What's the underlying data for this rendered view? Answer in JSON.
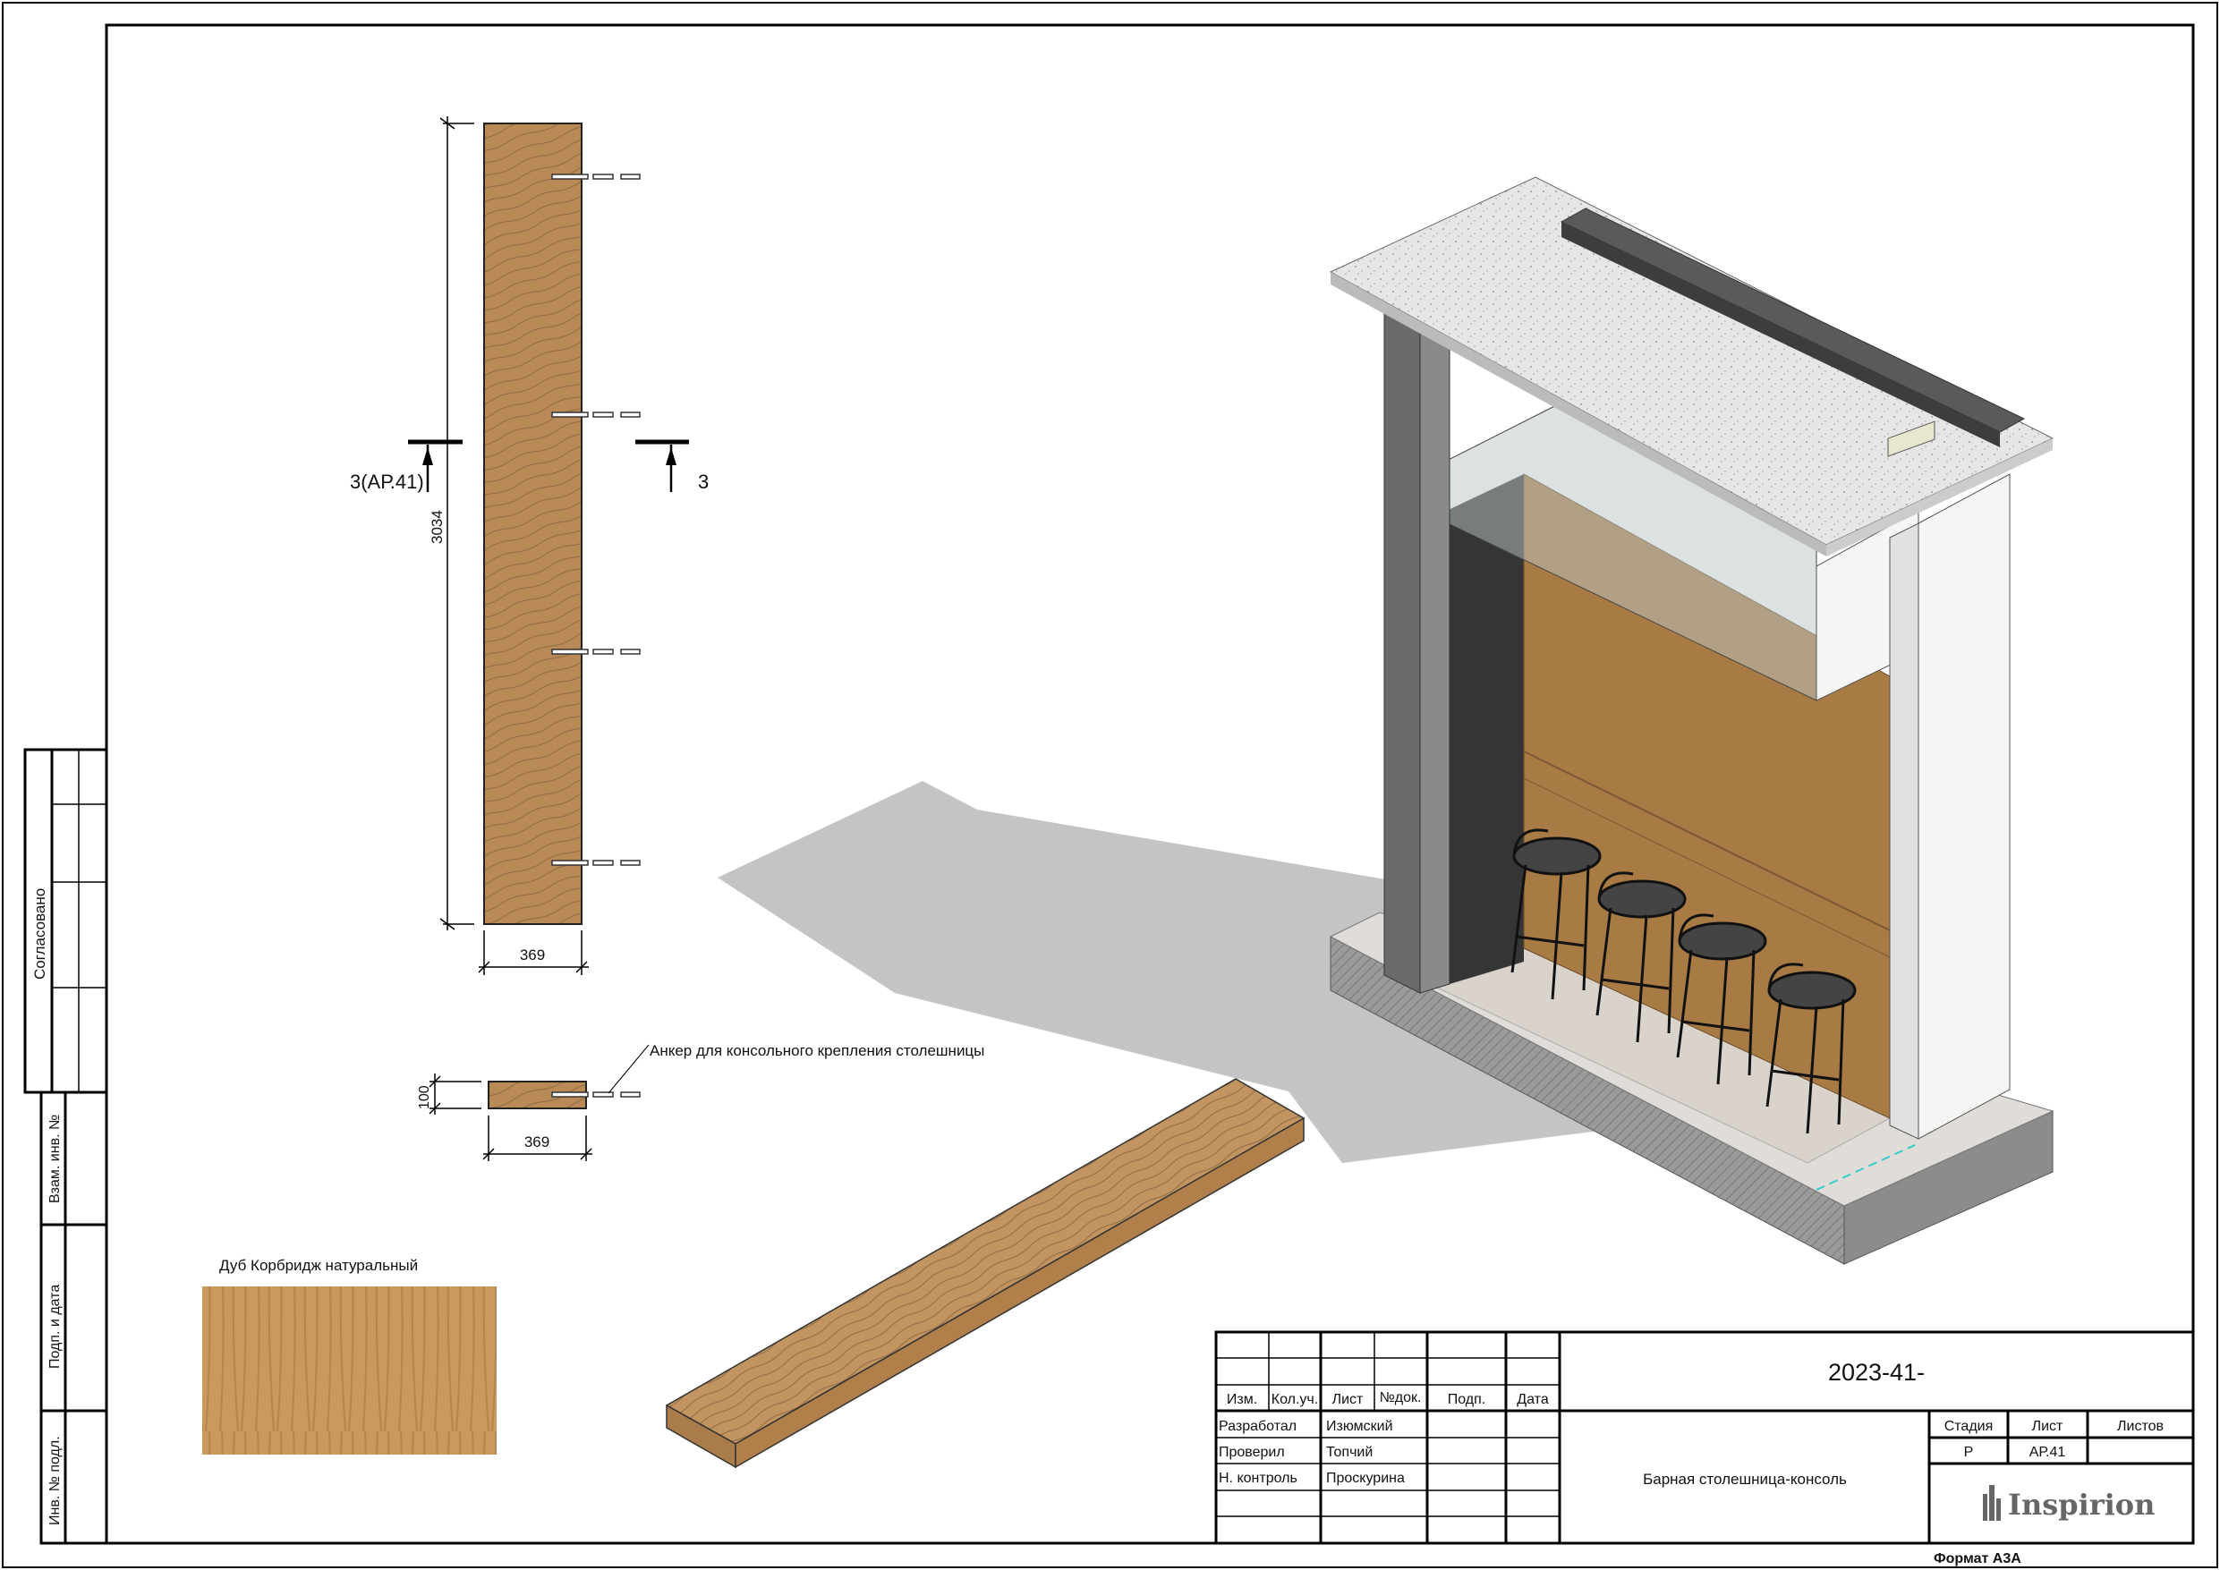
{
  "sheet": {
    "format": "Формат А3А"
  },
  "stamp_left": {
    "approved": "Согласовано",
    "replaced_inv": "Взам. инв. №",
    "sign_date": "Подп. и дата",
    "inv_orig": "Инв. № подл."
  },
  "plan": {
    "height_dim": "3034",
    "width_dim": "369",
    "section_left": "3(АР.41)",
    "section_right": "3"
  },
  "section": {
    "thickness_dim": "100",
    "width_dim": "369",
    "anchor_note": "Анкер для консольного крепления столешницы"
  },
  "material": {
    "label": "Дуб Корбридж натуральный"
  },
  "title_block": {
    "code": "2023-41-",
    "headers": [
      "Изм.",
      "Кол.уч.",
      "Лист",
      "№док.",
      "Подп.",
      "Дата"
    ],
    "rows": [
      {
        "role": "Разработал",
        "name": "Изюмский"
      },
      {
        "role": "Проверил",
        "name": "Топчий"
      },
      {
        "role": "Н. контроль",
        "name": "Проскурина"
      }
    ],
    "sheet_title": "Барная столешница-консоль",
    "stage_header": "Стадия",
    "sheet_header": "Лист",
    "sheets_header": "Листов",
    "stage": "Р",
    "sheet": "АР.41",
    "logo": "Inspirion"
  },
  "colors": {
    "wood": "#b98a55",
    "wall_dark": "#5a5a5a",
    "shadow": "#c4c4c4"
  }
}
